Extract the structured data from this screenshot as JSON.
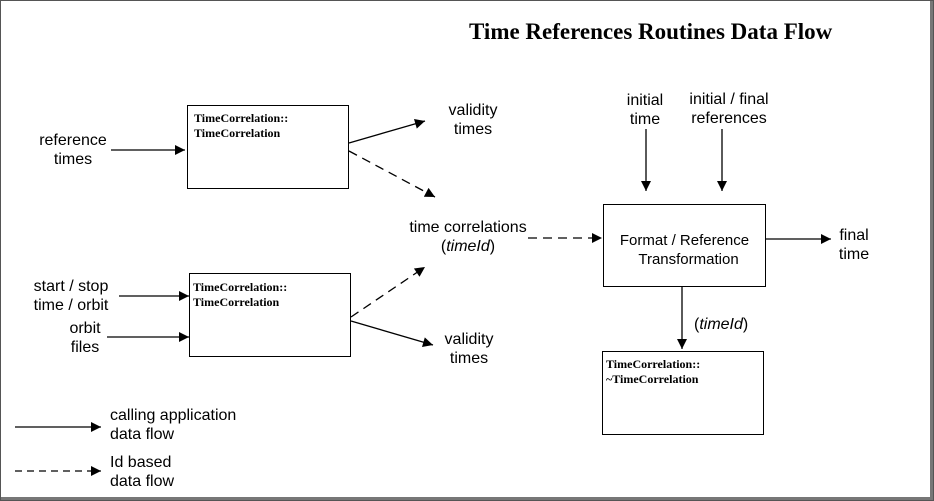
{
  "title": "Time References Routines Data Flow",
  "inputs": {
    "reference_times": [
      "reference",
      "times"
    ],
    "start_stop": [
      "start / stop",
      "time / orbit"
    ],
    "orbit_files": [
      "orbit",
      "files"
    ],
    "initial_time": [
      "initial",
      "time"
    ],
    "initial_final_refs": [
      "initial / final",
      "references"
    ]
  },
  "outputs": {
    "validity_times_top": [
      "validity",
      "times"
    ],
    "validity_times_bottom": [
      "validity",
      "times"
    ],
    "time_correlations": "time correlations",
    "time_id": "timeId",
    "final_time": [
      "final",
      "time"
    ],
    "time_id_lower": "timeId"
  },
  "boxes": {
    "tc_top": [
      "TimeCorrelation::",
      "TimeCorrelation"
    ],
    "tc_bottom": [
      "TimeCorrelation::",
      "TimeCorrelation"
    ],
    "format_ref": [
      "Format / Reference",
      "Transformation"
    ],
    "tc_destroy": [
      "TimeCorrelation::",
      "~TimeCorrelation"
    ]
  },
  "legend": {
    "solid": [
      "calling application",
      "data flow"
    ],
    "dashed": [
      "Id based",
      "data flow"
    ]
  }
}
